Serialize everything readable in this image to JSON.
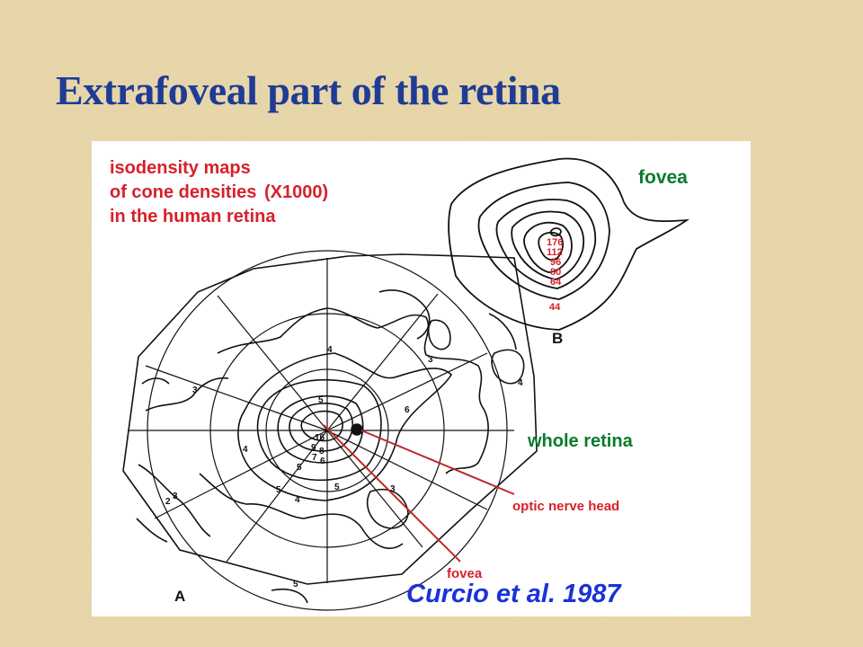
{
  "slide": {
    "title": "Extrafoveal part of the retina"
  },
  "figure": {
    "caption_lines": [
      "isodensity maps",
      "of cone densities",
      "in the human retina"
    ],
    "multiplier": "(X1000)",
    "panel_b": {
      "label": "fovea",
      "letter": "B",
      "contour_values": [
        "176",
        "112",
        "96",
        "80",
        "64",
        "44"
      ]
    },
    "panel_a": {
      "letter": "A",
      "whole_label": "whole retina",
      "optic_label": "optic nerve head",
      "fovea_label": "fovea",
      "contour_values": [
        "16",
        "9",
        "8",
        "7",
        "6",
        "5",
        "5",
        "5",
        "4",
        "4",
        "4",
        "3",
        "3",
        "6",
        "4",
        "5",
        "3",
        "2",
        "3",
        "5"
      ]
    },
    "citation": "Curcio et al. 1987",
    "colors": {
      "title": "#1f3b95",
      "caption": "#d8202a",
      "label": "#0a7a2c",
      "citation": "#1a33d6",
      "pointer": "#c0262d"
    }
  }
}
